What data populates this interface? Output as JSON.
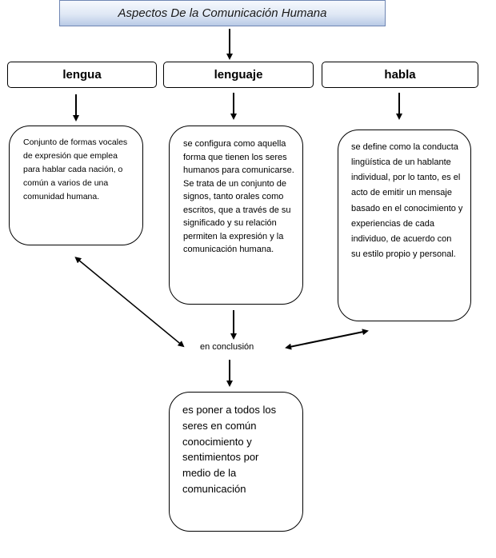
{
  "title": "Aspectos De la Comunicación Humana",
  "headers": {
    "lengua": "lengua",
    "lenguaje": "lenguaje",
    "habla": "habla"
  },
  "descriptions": {
    "lengua": "Conjunto de formas vocales de expresión que emplea para hablar cada nación, o común a varios de una comunidad humana.",
    "lenguaje": "se configura como aquella forma que tienen los seres humanos para comunicarse. Se trata de un conjunto de signos, tanto orales como escritos, que a través de su significado y su relación permiten la expresión y la comunicación humana.",
    "habla": "se define como la conducta lingüística de un hablante individual, por lo tanto, es el acto de emitir un mensaje basado en el conocimiento y experiencias de cada individuo, de acuerdo con su estilo propio y personal."
  },
  "conclusion_label": "en conclusión",
  "conclusion": "es poner a todos los seres en común conocimiento y sentimientos por medio de la comunicación"
}
